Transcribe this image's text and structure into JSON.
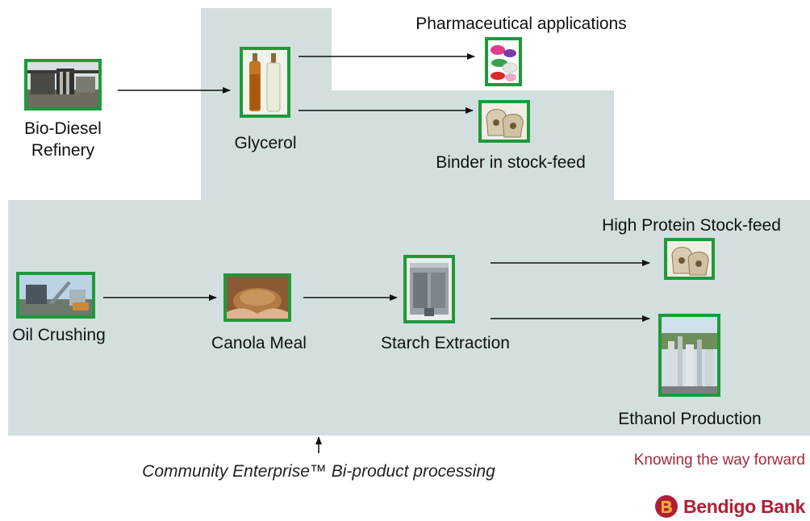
{
  "nodes": {
    "biodiesel": {
      "label": "Bio-Diesel\nRefinery",
      "icon": "refinery-photo-icon"
    },
    "glycerol": {
      "label": "Glycerol",
      "icon": "oil-bottles-icon"
    },
    "pharma": {
      "label": "Pharmaceutical applications",
      "icon": "pills-icon"
    },
    "binder": {
      "label": "Binder in stock-feed",
      "icon": "feed-sacks-icon"
    },
    "oil_crushing": {
      "label": "Oil Crushing",
      "icon": "crushing-plant-icon"
    },
    "canola_meal": {
      "label": "Canola Meal",
      "icon": "canola-meal-icon"
    },
    "starch": {
      "label": "Starch Extraction",
      "icon": "extraction-machine-icon"
    },
    "protein_feed": {
      "label": "High Protein Stock-feed",
      "icon": "feed-sacks-icon"
    },
    "ethanol": {
      "label": "Ethanol Production",
      "icon": "ethanol-plant-icon"
    }
  },
  "edges": [
    [
      "biodiesel",
      "glycerol"
    ],
    [
      "glycerol",
      "pharma"
    ],
    [
      "glycerol",
      "binder"
    ],
    [
      "oil_crushing",
      "canola_meal"
    ],
    [
      "canola_meal",
      "starch"
    ],
    [
      "starch",
      "protein_feed"
    ],
    [
      "starch",
      "ethanol"
    ]
  ],
  "caption": "Community Enterprise™ Bi-product processing",
  "tagline": "Knowing the way forward",
  "brand": {
    "name": "Bendigo Bank",
    "logo": "bendigo-bank-logo",
    "color": "#b01e36"
  },
  "colors": {
    "panel": "#d3dfdf",
    "frame": "#1e9a3a",
    "tagline": "#a52a3a"
  }
}
